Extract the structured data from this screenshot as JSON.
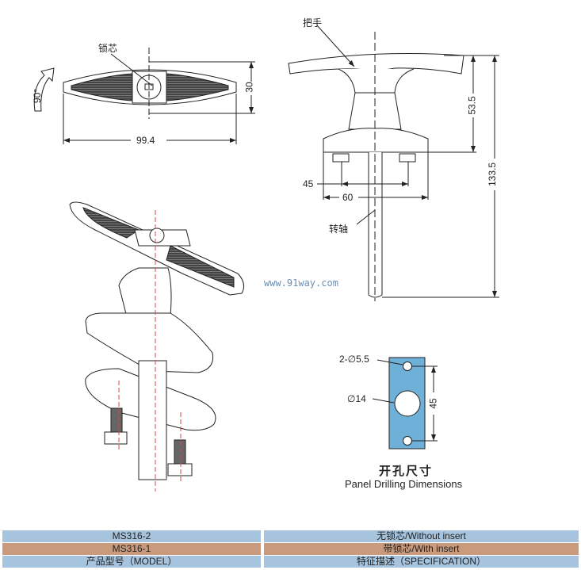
{
  "top_view": {
    "lock_core_label": "锁芯",
    "rotation_label": "90°",
    "width_dim": "99.4",
    "height_dim": "30"
  },
  "side_view": {
    "handle_label": "把手",
    "shaft_label": "转轴",
    "dims": {
      "height_handle": "53.5",
      "total_height": "133.5",
      "bolt_spacing": "45",
      "flange_width": "60"
    }
  },
  "watermark": "www.91way.com",
  "panel_drilling": {
    "small_holes": "2-∅5.5",
    "large_hole": "∅14",
    "spacing": "45",
    "title_cn": "开孔尺寸",
    "title_en": "Panel Drilling Dimensions",
    "fill_color": "#6fb0d8"
  },
  "table": {
    "rows": [
      {
        "model": "MS316-2",
        "spec": "无锁芯/Without insert",
        "color": "#a6c4de"
      },
      {
        "model": "MS316-1",
        "spec": "带锁芯/With insert",
        "color": "#c99a7c"
      }
    ],
    "header": {
      "model": "产品型号（MODEL）",
      "spec": "特征描述（SPECIFICATION）"
    }
  }
}
